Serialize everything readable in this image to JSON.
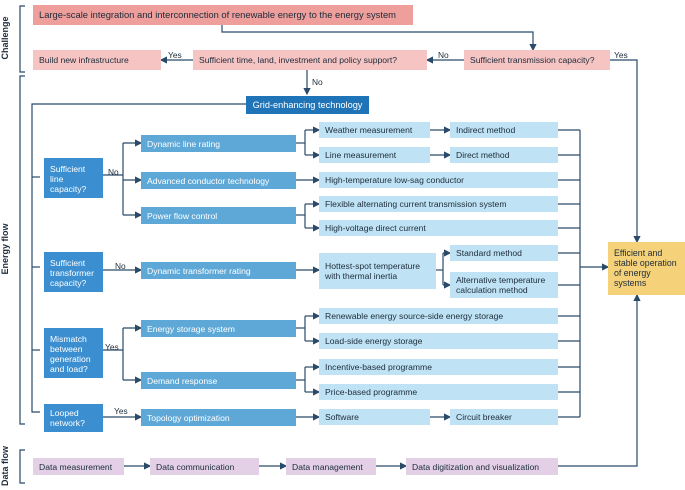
{
  "sections": {
    "challenge": "Challenge",
    "energy_flow": "Energy flow",
    "data_flow": "Data flow"
  },
  "challenge": {
    "top": "Large-scale integration and interconnection of renewable energy to the energy system",
    "transmission": "Sufficient transmission capacity?",
    "support": "Sufficient time, land, investment and policy support?",
    "infrastructure": "Build new infrastructure"
  },
  "labels": {
    "yes": "Yes",
    "no": "No"
  },
  "get": "Grid-enhancing technology",
  "questions": {
    "line": "Sufficient line capacity?",
    "transformer": "Sufficient transformer capacity?",
    "mismatch": "Mismatch between generation and load?",
    "looped": "Looped network?"
  },
  "tech": {
    "dlr": "Dynamic line rating",
    "act": "Advanced conductor technology",
    "pfc": "Power flow control",
    "dtr": "Dynamic transformer rating",
    "ess": "Energy storage system",
    "dr": "Demand response",
    "topo": "Topology optimization"
  },
  "detail": {
    "weather": "Weather measurement",
    "line_meas": "Line measurement",
    "indirect": "Indirect method",
    "direct": "Direct method",
    "htls": "High-temperature low-sag conductor",
    "facts": "Flexible alternating current transmission system",
    "hvdc": "High-voltage direct current",
    "hotspot": "Hottest-spot temperature with thermal inertia",
    "standard": "Standard method",
    "alt_temp": "Alternative temperature calculation method",
    "res_storage": "Renewable energy source-side energy storage",
    "load_storage": "Load-side energy storage",
    "incentive": "Incentive-based programme",
    "price": "Price-based programme",
    "software": "Software",
    "breaker": "Circuit breaker"
  },
  "outcome": "Efficient and stable operation of energy systems",
  "dataflow": {
    "measurement": "Data measurement",
    "communication": "Data communication",
    "management": "Data management",
    "digitization": "Data digitization and visualization"
  },
  "colors": {
    "pink": "#f6c5c3",
    "pink_dark": "#ee9e9b",
    "light_blue": "#bfe3f4",
    "mid_blue": "#5ea8d8",
    "dark_blue": "#1f74b8",
    "question_blue": "#3b8fd0",
    "purple": "#e3d0e6",
    "yellow": "#f5d27a",
    "line": "#2a4a6a"
  }
}
